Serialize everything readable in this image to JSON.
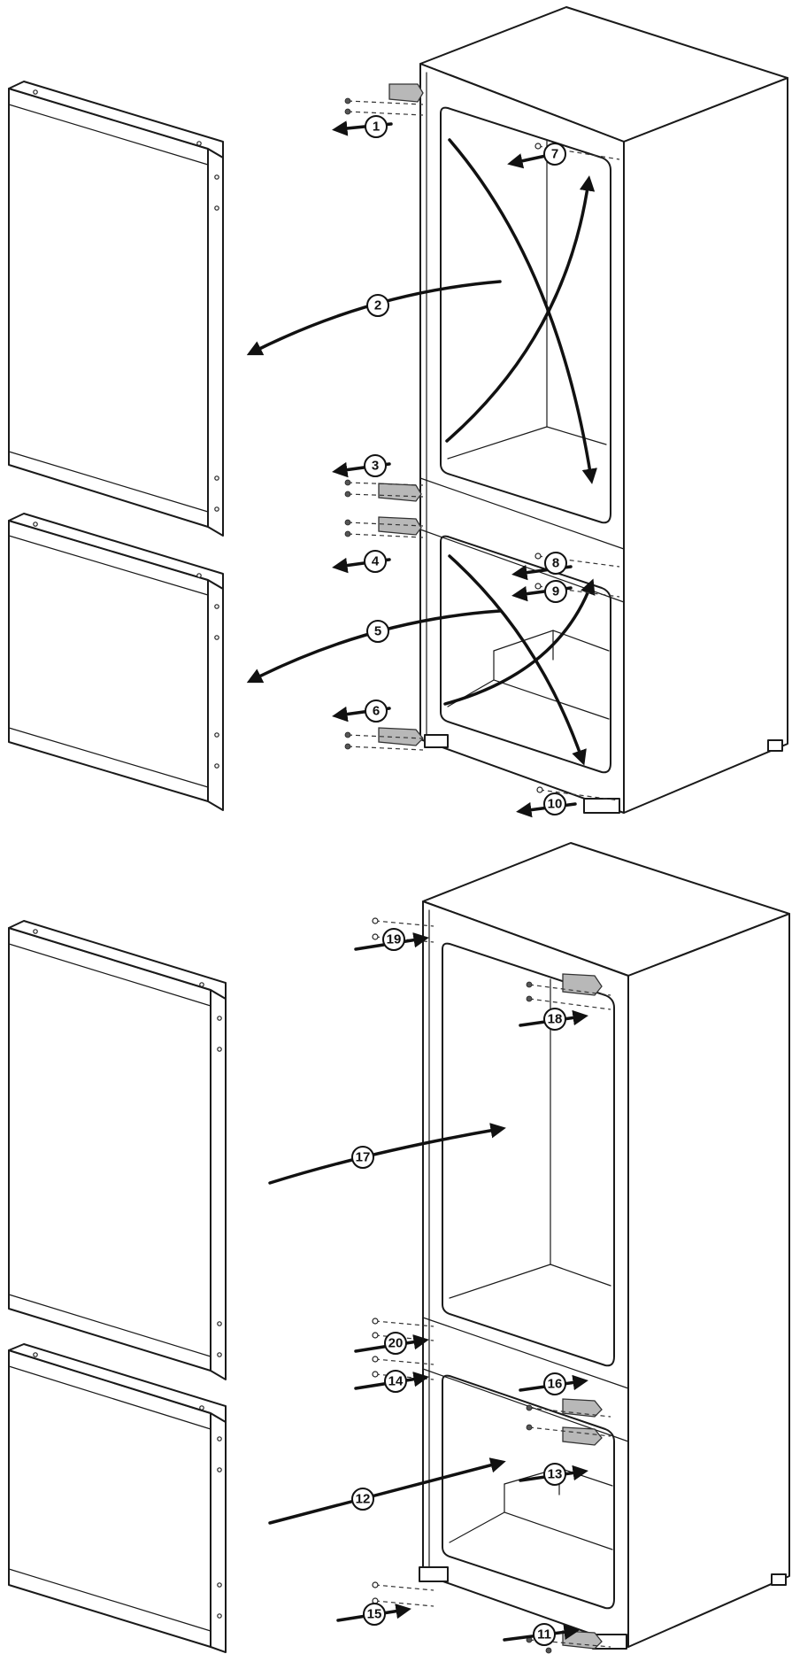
{
  "callouts": [
    "1",
    "2",
    "3",
    "4",
    "5",
    "6",
    "7",
    "8",
    "9",
    "10",
    "11",
    "12",
    "13",
    "14",
    "15",
    "16",
    "17",
    "18",
    "19",
    "20"
  ],
  "colors": {
    "line": "#1a1a1a",
    "hinge": "#b8b8b8",
    "background": "#ffffff"
  }
}
